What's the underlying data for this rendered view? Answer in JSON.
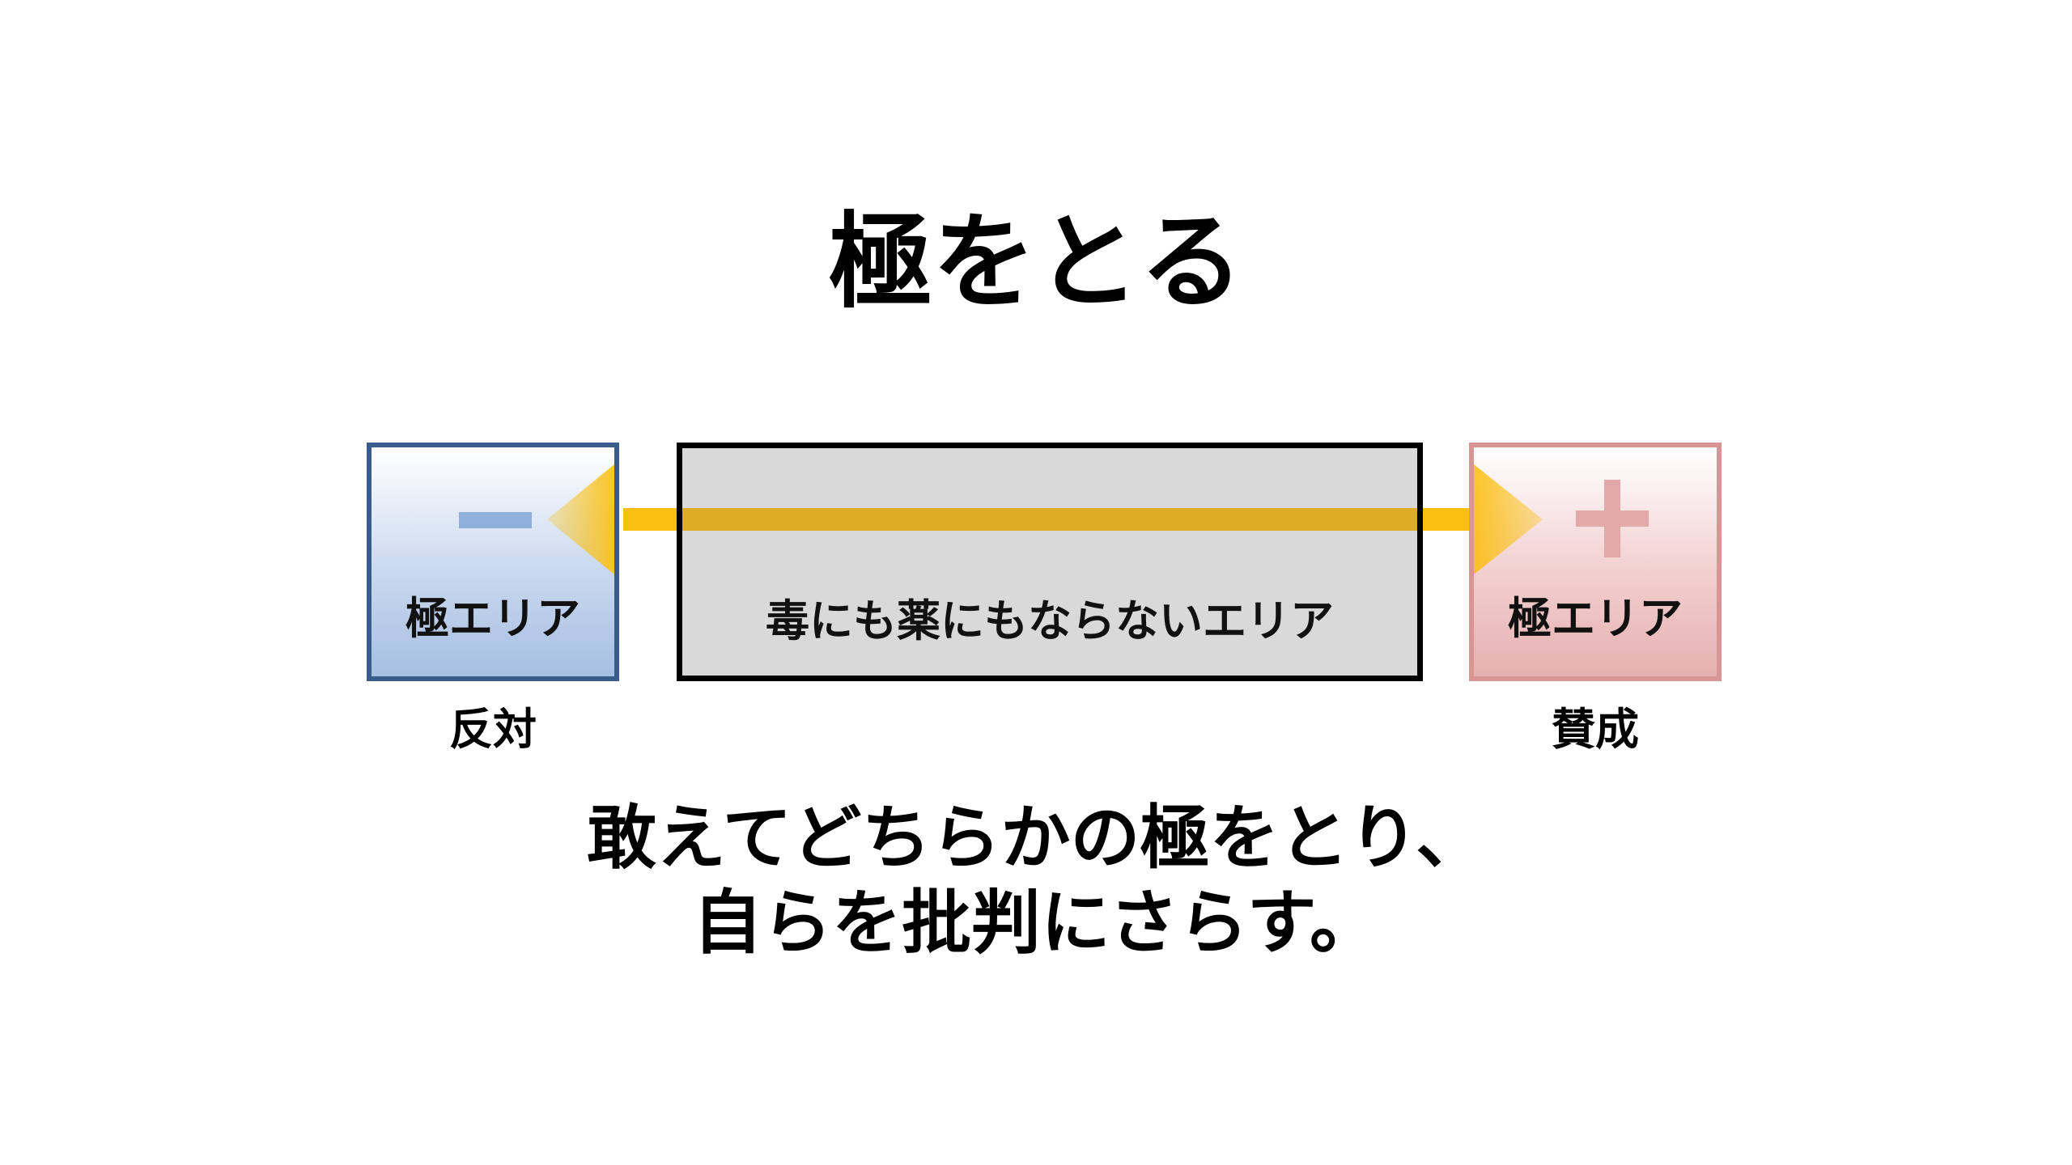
{
  "title": "極をとる",
  "minus_area": {
    "sign": "−",
    "label": "極エリア",
    "caption": "反対"
  },
  "middle_area": {
    "label": "毒にも薬にもならないエリア"
  },
  "plus_area": {
    "sign": "+",
    "label": "極エリア",
    "caption": "賛成"
  },
  "message": {
    "line1": "敢えてどちらかの極をとり、",
    "line2": "自らを批判にさらす。"
  },
  "colors": {
    "axis": "#fbbf10",
    "axis_on_middle": "#dfad25",
    "minus_border": "#385d8a",
    "minus_sign": "#8fb0dd",
    "plus_border": "#d99594",
    "plus_sign": "#e3a9a9",
    "middle_fill": "#d9d9d9"
  }
}
